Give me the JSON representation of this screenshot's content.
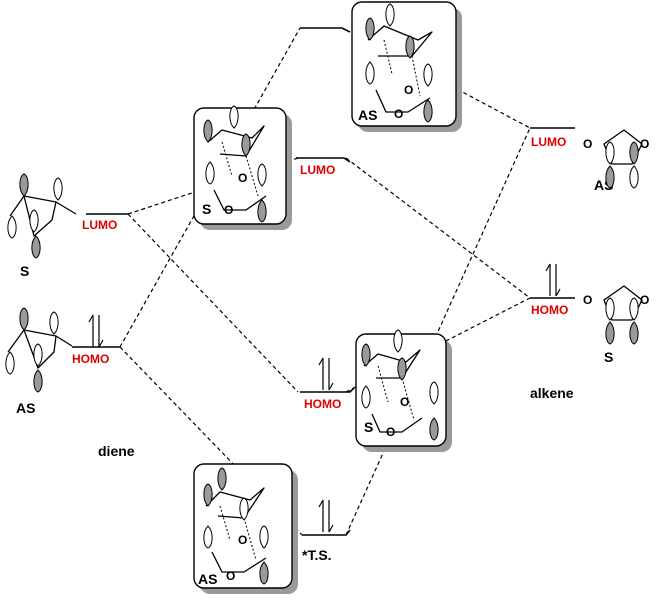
{
  "labels": {
    "lumo": "LUMO",
    "homo": "HOMO",
    "symmetric": "S",
    "antisymmetric": "AS",
    "ring_oxygen": "O",
    "diene": "diene",
    "alkene": "alkene",
    "transition_state": "*T.S."
  },
  "colors": {
    "orbital_label": "#e00000",
    "text": "#000000",
    "shaded_lobe": "#9a9a9a",
    "box_shadow": "#9a9a9a"
  }
}
